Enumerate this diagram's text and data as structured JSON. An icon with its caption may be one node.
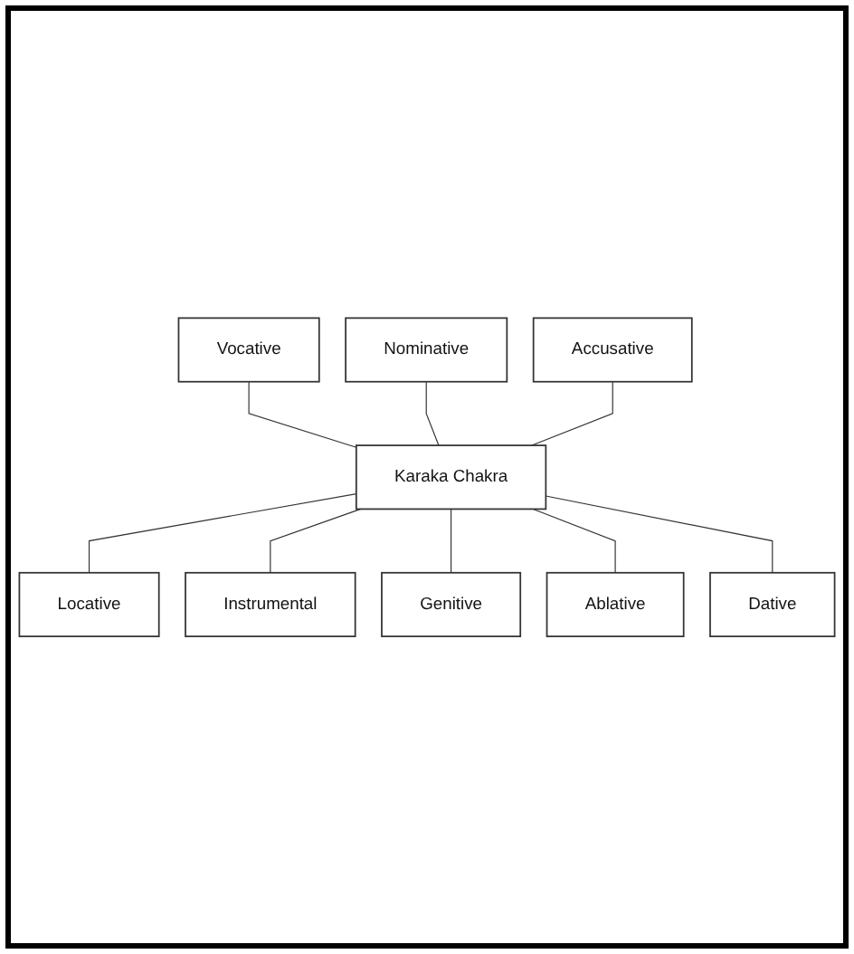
{
  "diagram": {
    "nodes": [
      {
        "text": [
          "Nominative"
        ]
      },
      {
        "text": [
          "Vocative"
        ]
      },
      {
        "text": [
          "Accusative"
        ]
      },
      {
        "text": [
          "Karaka Chakra"
        ]
      },
      {
        "text": [
          "Instrumental"
        ]
      },
      {
        "text": [
          "Locative"
        ]
      },
      {
        "text": [
          "Genitive"
        ]
      },
      {
        "text": [
          "Dative"
        ]
      },
      {
        "text": [
          "Ablative"
        ]
      }
    ],
    "edges": [
      {
        "from": 1,
        "to": 3,
        "arrow": "none"
      },
      {
        "from": 0,
        "to": 3,
        "arrow": "none"
      },
      {
        "from": 2,
        "to": 3,
        "arrow": "none"
      },
      {
        "from": 3,
        "to": 5,
        "arrow": "none"
      },
      {
        "from": 3,
        "to": 4,
        "arrow": "none"
      },
      {
        "from": 3,
        "to": 6,
        "arrow": "none"
      },
      {
        "from": 3,
        "to": 8,
        "arrow": "none"
      },
      {
        "from": 3,
        "to": 7,
        "arrow": "none"
      }
    ]
  }
}
